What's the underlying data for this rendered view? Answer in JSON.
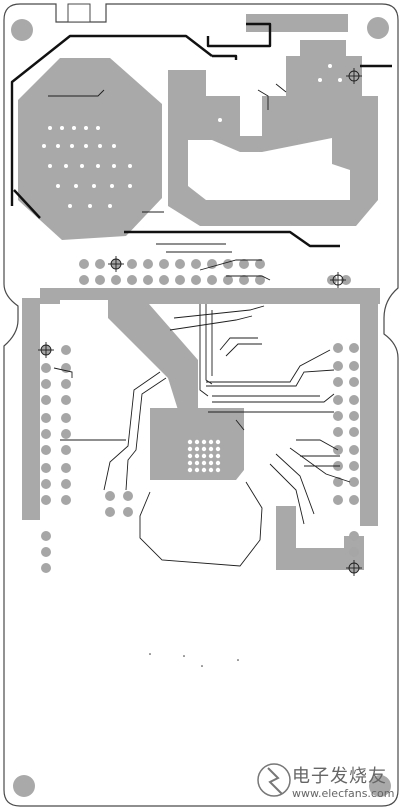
{
  "image": {
    "subject": "pcb-layout-bottom-layer",
    "colors": {
      "background": "#ffffff",
      "copper_pour": "#a9a9a9",
      "outline": "#4a4a4a",
      "trace": "#1f1f1f",
      "pad": "#a6a6a6",
      "via": "#ffffff"
    }
  },
  "watermark": {
    "logo": "electron-fans-logo",
    "text_cn": "电子发烧友",
    "url": "www.elecfans.com"
  }
}
